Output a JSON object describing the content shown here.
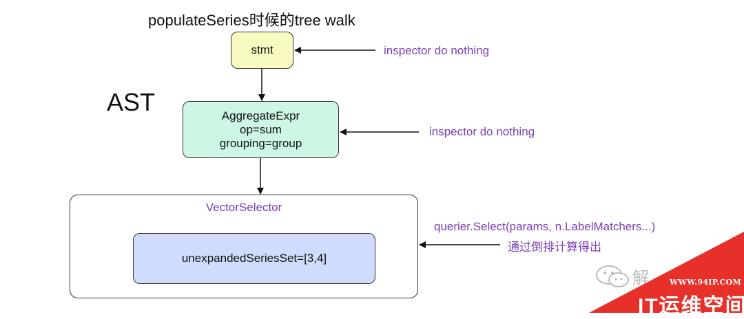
{
  "title": "populateSeries时候的tree walk",
  "ast_label": "AST",
  "nodes": {
    "stmt": "stmt",
    "aggregate": {
      "line1": "AggregateExpr",
      "line2": "op=sum",
      "line3": "grouping=group"
    },
    "vector_selector": {
      "title": "VectorSelector",
      "inner": "unexpandedSeriesSet=[3,4]"
    }
  },
  "annotations": {
    "stmt_note": "inspector do nothing",
    "aggregate_note": "inspector do nothing",
    "vector_note_line1": "querier.Select(params, n.LabelMatchers...)",
    "vector_note_line2": "通过倒排计算得出"
  },
  "watermark": {
    "partial_text": "解",
    "url": "WWW.94IP.COM",
    "name": "IT运维空间"
  },
  "colors": {
    "stmt_fill": "#f9fac0",
    "aggregate_fill": "#cdf6e4",
    "inner_fill": "#cfdcfb",
    "annotation_text": "#7a3fb5",
    "watermark_red": "#e8302a"
  }
}
